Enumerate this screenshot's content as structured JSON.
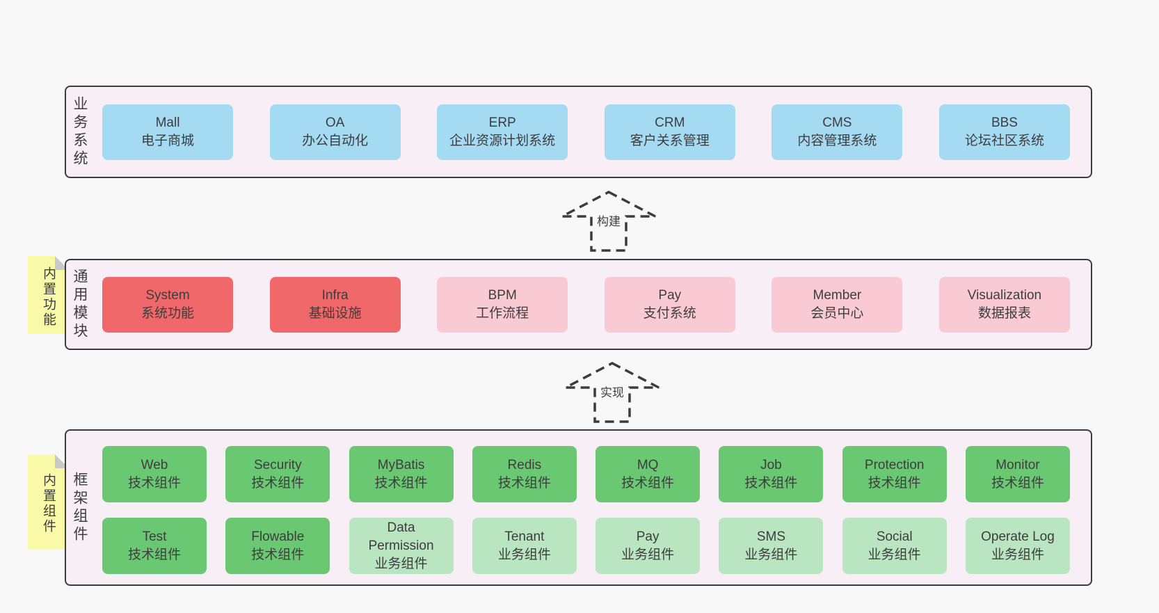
{
  "colors": {
    "page": "#f8f8f8",
    "layerFill": "#f8eef6",
    "border": "#3c3c3c",
    "text": "#3d3d3d",
    "blue": "#a5daf3",
    "red": "#f1686b",
    "pink": "#facad4",
    "green": "#6ac873",
    "lightgreen": "#bae5c1",
    "note": "#f9f9a8",
    "noteFold": "#c9c9c9"
  },
  "arrows": [
    {
      "label": "构建"
    },
    {
      "label": "实现"
    }
  ],
  "layers": [
    {
      "id": "business",
      "label": "业务系统",
      "boxes": [
        {
          "title": "Mall",
          "subtitle": "电子商城",
          "variant": "blue"
        },
        {
          "title": "OA",
          "subtitle": "办公自动化",
          "variant": "blue"
        },
        {
          "title": "ERP",
          "subtitle": "企业资源计划系统",
          "variant": "blue"
        },
        {
          "title": "CRM",
          "subtitle": "客户关系管理",
          "variant": "blue"
        },
        {
          "title": "CMS",
          "subtitle": "内容管理系统",
          "variant": "blue"
        },
        {
          "title": "BBS",
          "subtitle": "论坛社区系统",
          "variant": "blue"
        }
      ]
    },
    {
      "id": "modules",
      "label": "通用模块",
      "note": "内置功能",
      "boxes": [
        {
          "title": "System",
          "subtitle": "系统功能",
          "variant": "red"
        },
        {
          "title": "Infra",
          "subtitle": "基础设施",
          "variant": "red"
        },
        {
          "title": "BPM",
          "subtitle": "工作流程",
          "variant": "pink"
        },
        {
          "title": "Pay",
          "subtitle": "支付系统",
          "variant": "pink"
        },
        {
          "title": "Member",
          "subtitle": "会员中心",
          "variant": "pink"
        },
        {
          "title": "Visualization",
          "subtitle": "数据报表",
          "variant": "pink"
        }
      ]
    },
    {
      "id": "components",
      "label": "框架组件",
      "note": "内置组件",
      "boxes": [
        {
          "title": "Web",
          "subtitle": "技术组件",
          "variant": "green"
        },
        {
          "title": "Security",
          "subtitle": "技术组件",
          "variant": "green"
        },
        {
          "title": "MyBatis",
          "subtitle": "技术组件",
          "variant": "green"
        },
        {
          "title": "Redis",
          "subtitle": "技术组件",
          "variant": "green"
        },
        {
          "title": "MQ",
          "subtitle": "技术组件",
          "variant": "green"
        },
        {
          "title": "Job",
          "subtitle": "技术组件",
          "variant": "green"
        },
        {
          "title": "Protection",
          "subtitle": "技术组件",
          "variant": "green"
        },
        {
          "title": "Monitor",
          "subtitle": "技术组件",
          "variant": "green"
        },
        {
          "title": "Test",
          "subtitle": "技术组件",
          "variant": "green"
        },
        {
          "title": "Flowable",
          "subtitle": "技术组件",
          "variant": "green"
        },
        {
          "title": "Data Permission",
          "subtitle": "业务组件",
          "variant": "lightgreen"
        },
        {
          "title": "Tenant",
          "subtitle": "业务组件",
          "variant": "lightgreen"
        },
        {
          "title": "Pay",
          "subtitle": "业务组件",
          "variant": "lightgreen"
        },
        {
          "title": "SMS",
          "subtitle": "业务组件",
          "variant": "lightgreen"
        },
        {
          "title": "Social",
          "subtitle": "业务组件",
          "variant": "lightgreen"
        },
        {
          "title": "Operate Log",
          "subtitle": "业务组件",
          "variant": "lightgreen"
        }
      ]
    }
  ]
}
